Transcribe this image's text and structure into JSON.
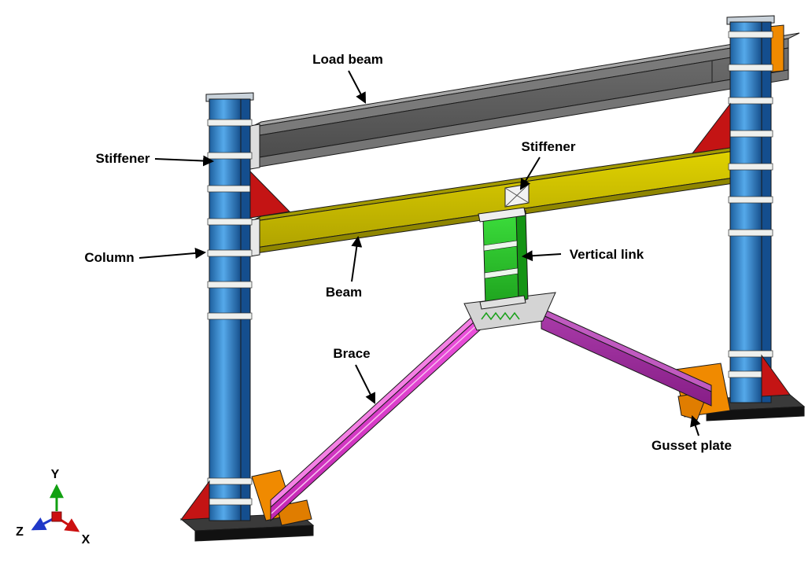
{
  "annotations": {
    "load_beam": "Load beam",
    "stiffener_left": "Stiffener",
    "stiffener_right": "Stiffener",
    "column": "Column",
    "beam": "Beam",
    "vertical_link": "Vertical link",
    "brace": "Brace",
    "gusset_plate": "Gusset plate"
  },
  "axis_triad": {
    "x": "X",
    "y": "Y",
    "z": "Z",
    "x_color": "#cc1010",
    "y_color": "#12a012",
    "z_color": "#2038c8"
  },
  "component_colors": {
    "load_beam": "#7a7a7a",
    "beam": "#c9ba00",
    "column": "#2e7fd0",
    "stiffener": "#f2f2f2",
    "vertical_link": "#2ecc2e",
    "brace_near": "#e03ad0",
    "brace_far": "#962296",
    "gusset_plate": "#f08a00",
    "end_plate_stiffener": "#c41414",
    "base_plate": "#1a1a1a"
  }
}
